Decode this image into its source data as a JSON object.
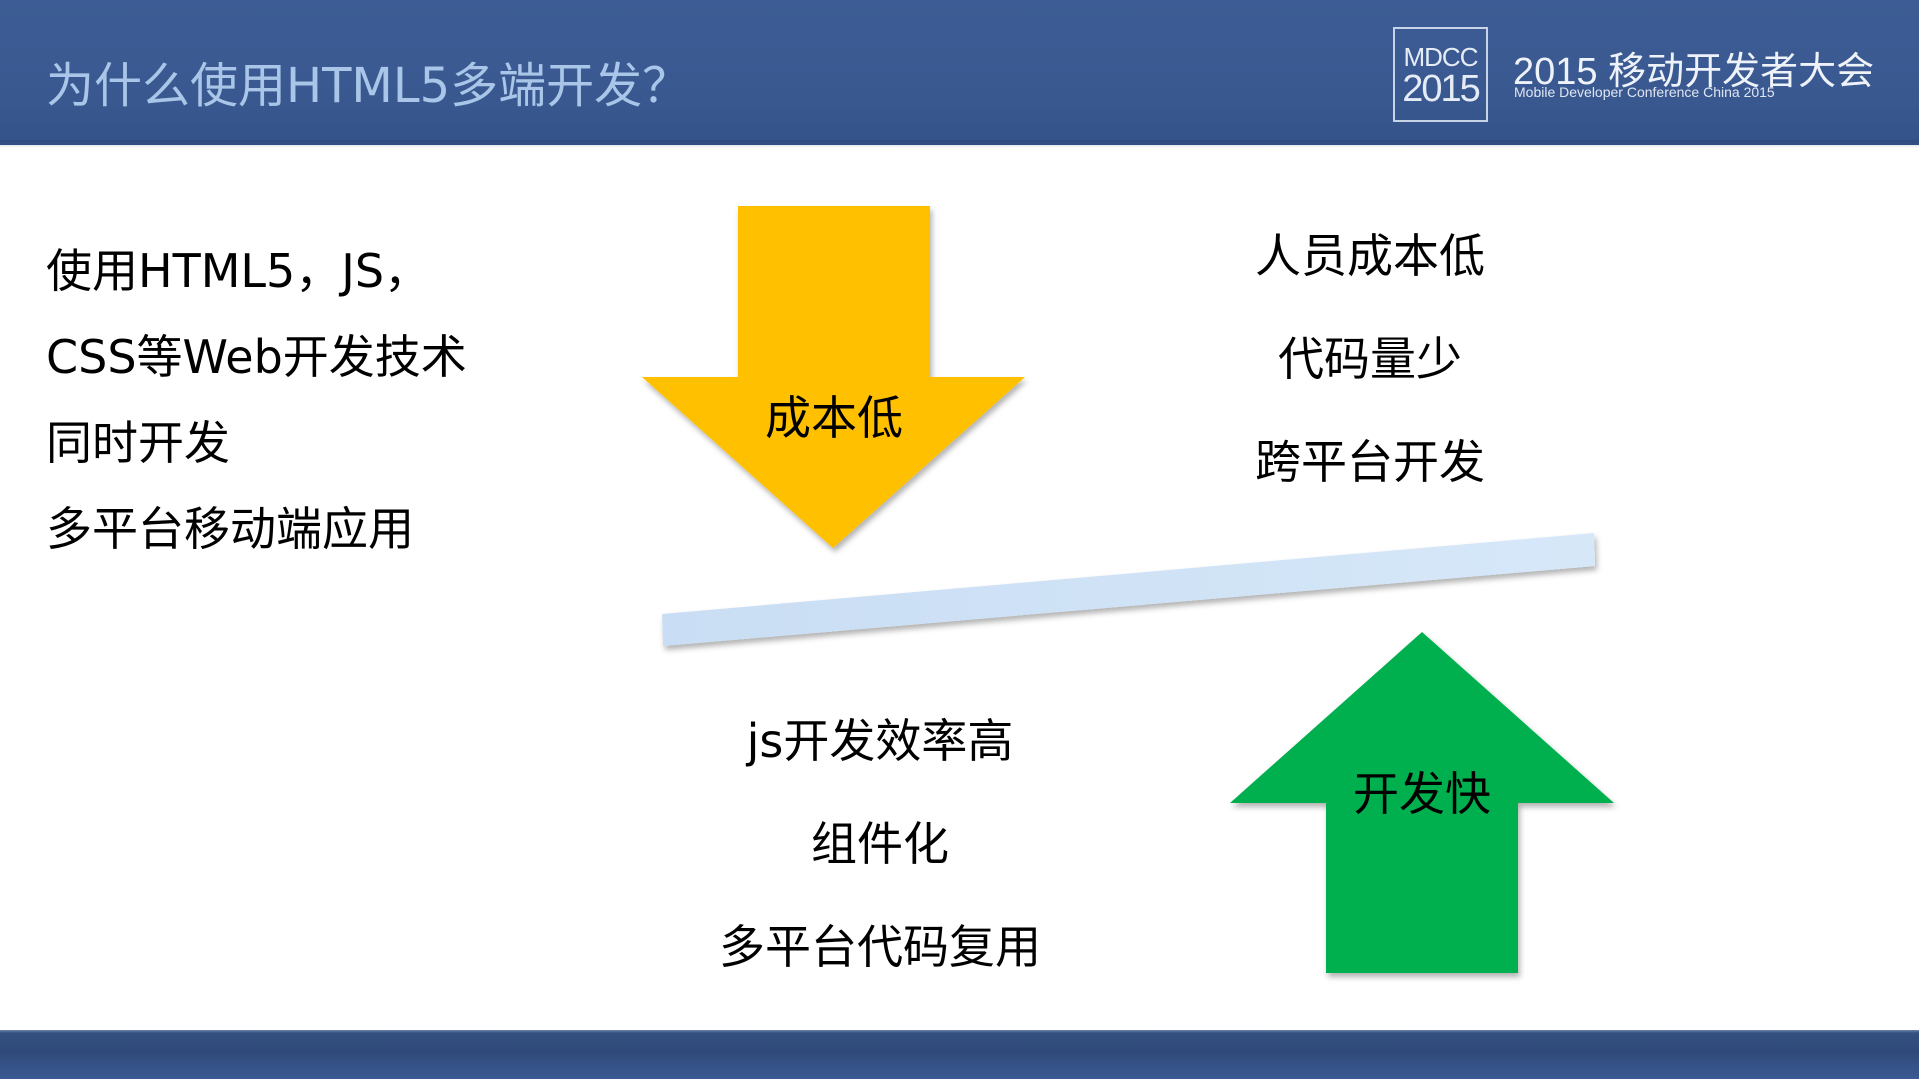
{
  "header": {
    "title": "为什么使用HTML5多端开发？",
    "logo": {
      "line1": "MDCC",
      "line2": "2015",
      "conference_name": "2015 移动开发者大会",
      "conference_subtitle": "Mobile Developer Conference China 2015"
    }
  },
  "left_text": {
    "lines": [
      "使用HTML5，JS，",
      "CSS等Web开发技术",
      "同时开发",
      "多平台移动端应用"
    ]
  },
  "down_arrow": {
    "label": "成本低",
    "color": "#FFC000"
  },
  "up_arrow": {
    "label": "开发快",
    "color": "#00B050"
  },
  "balance_bar": {
    "color": "#CFE2F6"
  },
  "cost_points": [
    "人员成本低",
    "代码量少",
    "跨平台开发"
  ],
  "speed_points": [
    "js开发效率高",
    "组件化",
    "多平台代码复用"
  ],
  "colors": {
    "header_bg": "#3D5C95",
    "title_text": "#A9C6E8",
    "footer_bg": "#2F4A7A"
  }
}
